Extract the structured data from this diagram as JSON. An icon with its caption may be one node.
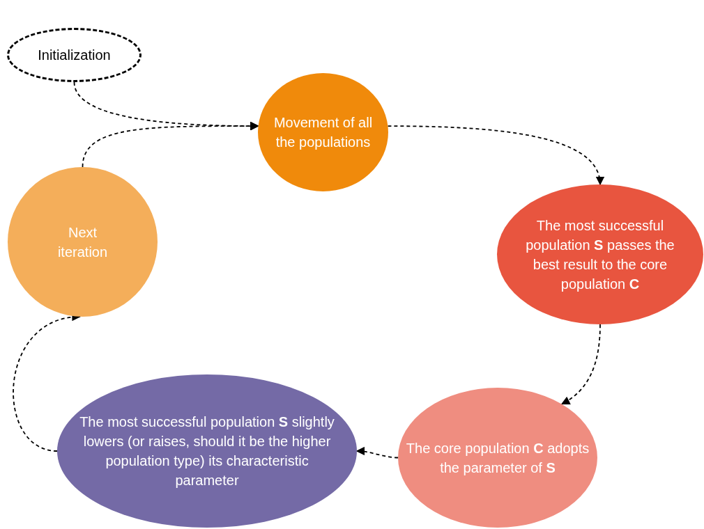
{
  "diagram": {
    "nodes": [
      {
        "text": [
          "Initialization"
        ]
      },
      {
        "text": [
          "Movement of all the populations"
        ]
      },
      {
        "text": [
          "The most successful population **S** passes the best result to the core population **C**"
        ]
      },
      {
        "text": [
          "The core population **C** adopts the parameter of **S**"
        ]
      },
      {
        "text": [
          "The most successful population **S** slightly lowers (or raises, should it be the higher population type) its characteristic parameter"
        ]
      },
      {
        "text": [
          "Next iteration"
        ]
      }
    ],
    "edges": [
      {
        "from": 0,
        "to": 1,
        "arrow": "to",
        "style": "dashed"
      },
      {
        "from": 1,
        "to": 2,
        "arrow": "to",
        "style": "dashed"
      },
      {
        "from": 2,
        "to": 3,
        "arrow": "to",
        "style": "dashed"
      },
      {
        "from": 3,
        "to": 4,
        "arrow": "to",
        "style": "dashed"
      },
      {
        "from": 4,
        "to": 5,
        "arrow": "to",
        "style": "dashed"
      },
      {
        "from": 5,
        "to": 1,
        "arrow": "to",
        "style": "dashed"
      }
    ]
  }
}
